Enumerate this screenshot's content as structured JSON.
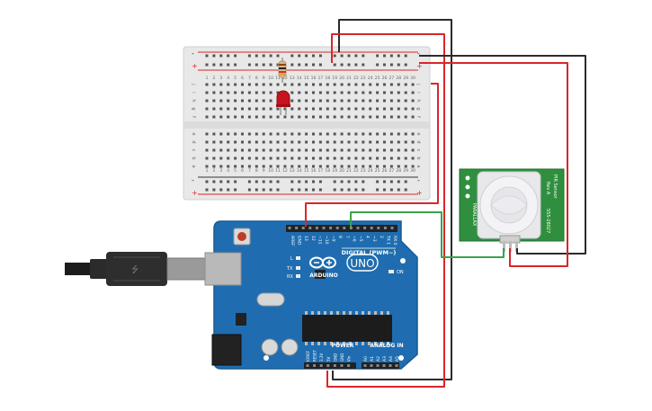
{
  "breadboard": {
    "column_numbers": [
      "1",
      "2",
      "3",
      "4",
      "5",
      "6",
      "7",
      "8",
      "9",
      "10",
      "11",
      "12",
      "13",
      "14",
      "15",
      "16",
      "17",
      "18",
      "19",
      "20",
      "21",
      "22",
      "23",
      "24",
      "25",
      "26",
      "27",
      "28",
      "29",
      "30"
    ],
    "rows_top": [
      "j",
      "i",
      "h",
      "g",
      "f"
    ],
    "rows_bottom": [
      "e",
      "d",
      "c",
      "b",
      "a"
    ],
    "rail_plus": "+",
    "rail_minus": "-"
  },
  "arduino": {
    "brand": "ARDUINO",
    "model": "UNO",
    "digital_label": "DIGITAL (PWM~)",
    "power_label": "POWER",
    "analog_label": "ANALOG IN",
    "on_label": "ON",
    "led_l": "L",
    "led_tx": "TX",
    "led_rx": "RX",
    "top_pins": [
      "AREF",
      "GND",
      "13",
      "12",
      "~11",
      "~10",
      "~9",
      "8",
      "7",
      "~6",
      "~5",
      "4",
      "~3",
      "2",
      "TX 1",
      "RX 0"
    ],
    "power_pins": [
      "IOREF",
      "RESET",
      "3.3V",
      "5V",
      "GND",
      "GND",
      "Vin"
    ],
    "analog_pins": [
      "A0",
      "A1",
      "A2",
      "A3",
      "A4",
      "A5"
    ]
  },
  "pir": {
    "label_left": "PARALLAX",
    "label_right_1": "PIR Sensor",
    "label_right_2": "Rev A",
    "label_right_3": "555-28027"
  },
  "colors": {
    "wire_red": "#d9262a",
    "wire_black": "#2b2b2b",
    "wire_green": "#3aa34a",
    "board_blue": "#1f6db0",
    "pir_green": "#2f8f3f",
    "breadboard": "#e9e9e9"
  }
}
